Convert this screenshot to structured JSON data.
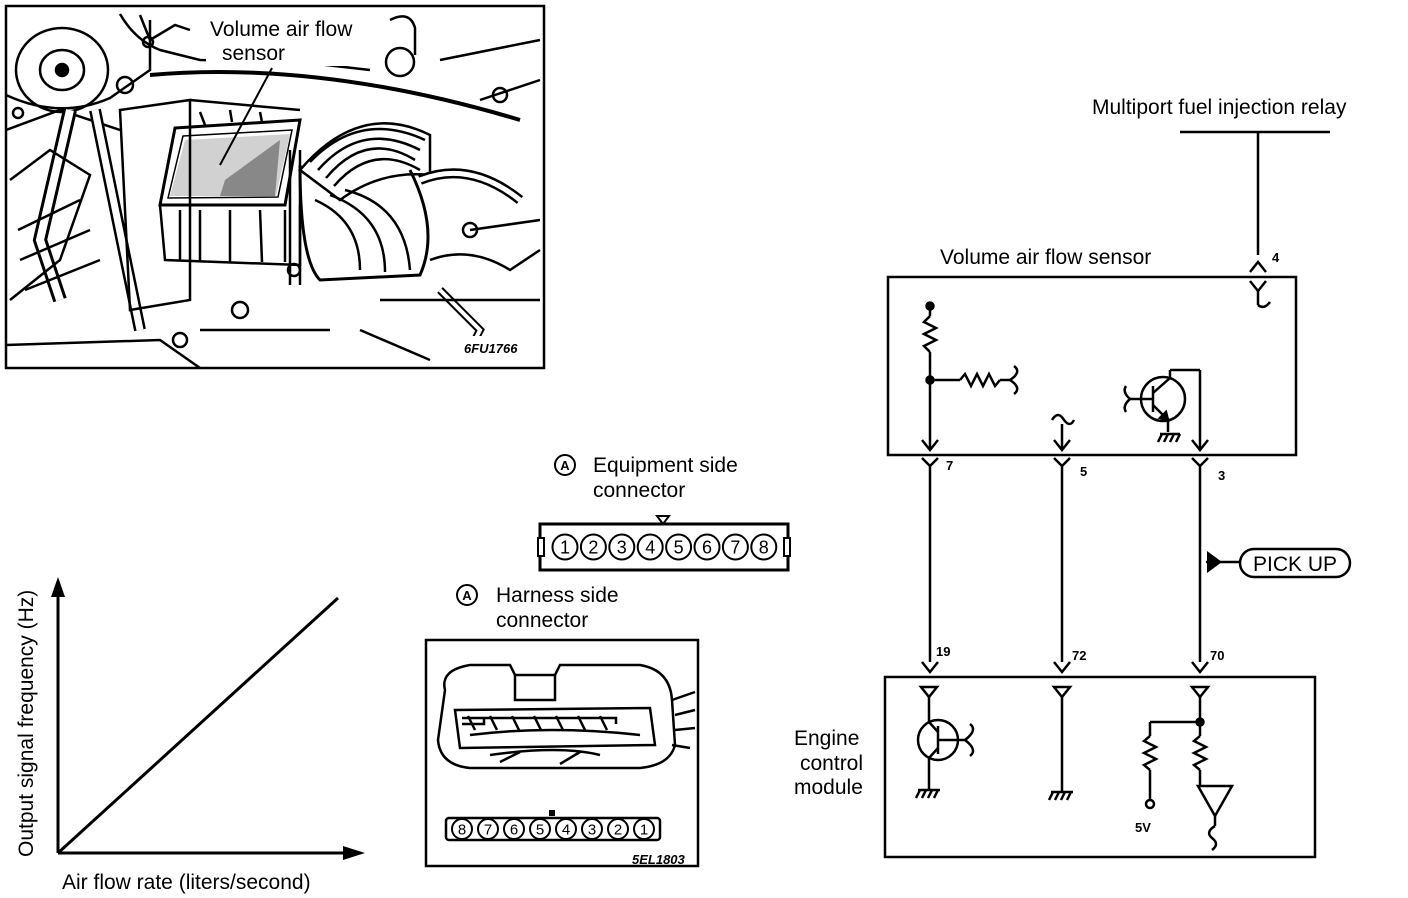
{
  "engine_photo": {
    "label_line1": "Volume air flow",
    "label_line2": "sensor",
    "code": "6FU1766"
  },
  "connector_a": {
    "marker": "A",
    "equipment_label_line1": "Equipment side",
    "equipment_label_line2": "connector",
    "equipment_pins": [
      "1",
      "2",
      "3",
      "4",
      "5",
      "6",
      "7",
      "8"
    ],
    "harness_label_line1": "Harness side",
    "harness_label_line2": "connector",
    "harness_pins": [
      "8",
      "7",
      "6",
      "5",
      "4",
      "3",
      "2",
      "1"
    ],
    "code": "5EL1803"
  },
  "graph": {
    "xlabel": "Air flow rate (liters/second)",
    "ylabel": "Output signal frequency (Hz)"
  },
  "schematic": {
    "relay_label": "Multiport fuel injection relay",
    "sensor_label": "Volume air flow sensor",
    "pin_relay": "4",
    "pin_sensor_left": "7",
    "pin_sensor_mid": "5",
    "pin_sensor_right": "3",
    "pickup_label": "PICK UP",
    "pin_ecm_left": "19",
    "pin_ecm_mid": "72",
    "pin_ecm_right": "70",
    "ecm_label_line1": "Engine",
    "ecm_label_line2": "control",
    "ecm_label_line3": "module",
    "supply_label": "5V"
  }
}
